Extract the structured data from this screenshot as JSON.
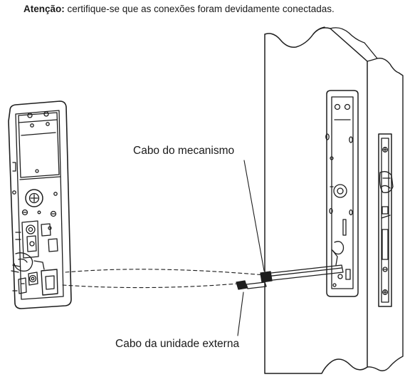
{
  "notice": {
    "prefix": "Atenção:",
    "text": " certifique-se que as conexões foram devidamente conectadas."
  },
  "labels": {
    "mechanism_cable": "Cabo do mecanismo",
    "external_unit_cable": "Cabo da unidade externa"
  }
}
